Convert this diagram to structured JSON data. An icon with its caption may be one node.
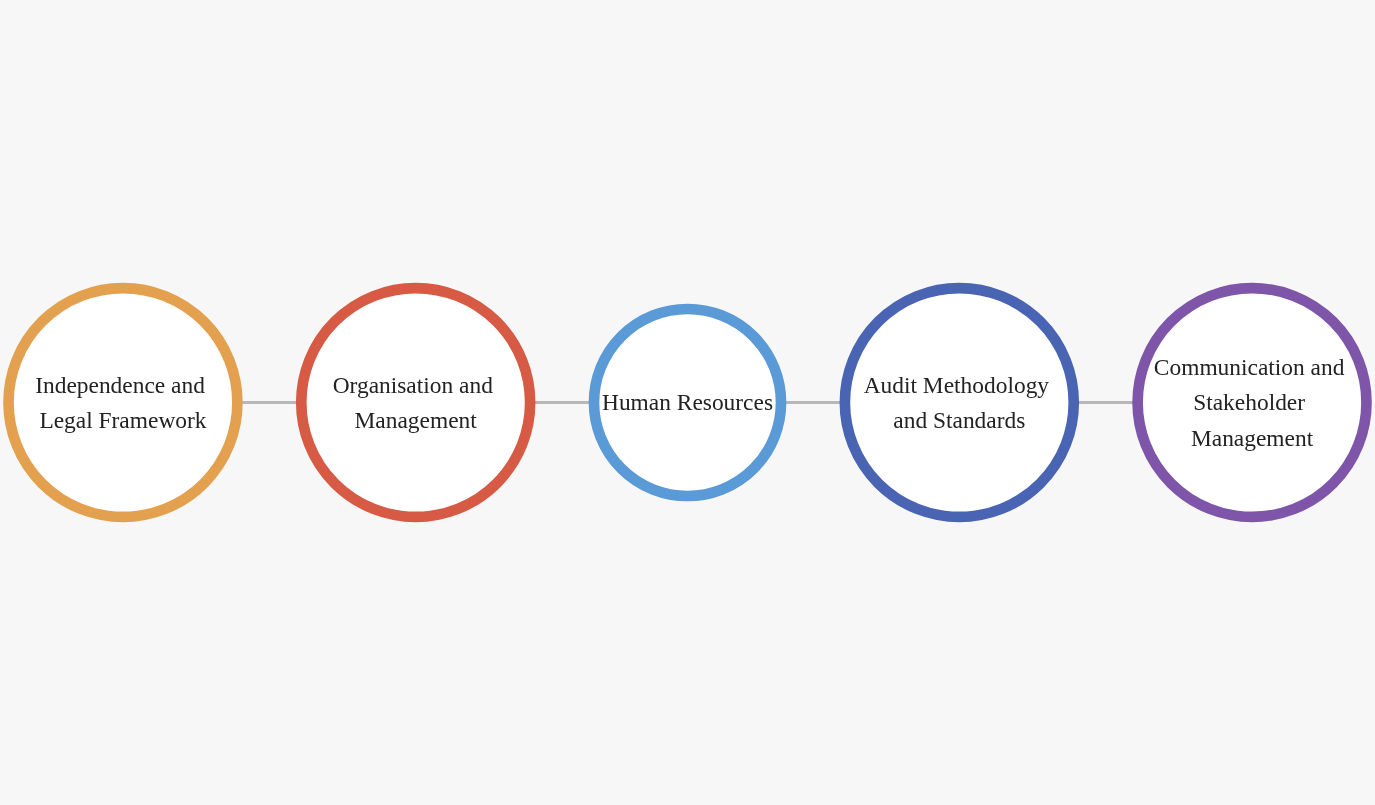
{
  "diagram": {
    "nodes": [
      {
        "text": [
          "Independence and Legal Framework"
        ]
      },
      {
        "text": [
          "Human Resources"
        ]
      },
      {
        "text": [
          "Communication and Stakeholder Management"
        ]
      },
      {
        "text": [
          "Organisation and Management"
        ]
      },
      {
        "text": [
          "Audit Methodology and Standards"
        ]
      }
    ],
    "edges": [
      {
        "from": 0,
        "to": 3,
        "arrow": "none"
      },
      {
        "from": 3,
        "to": 1,
        "arrow": "none"
      },
      {
        "from": 1,
        "to": 4,
        "arrow": "none"
      },
      {
        "from": 4,
        "to": 2,
        "arrow": "none"
      }
    ]
  }
}
